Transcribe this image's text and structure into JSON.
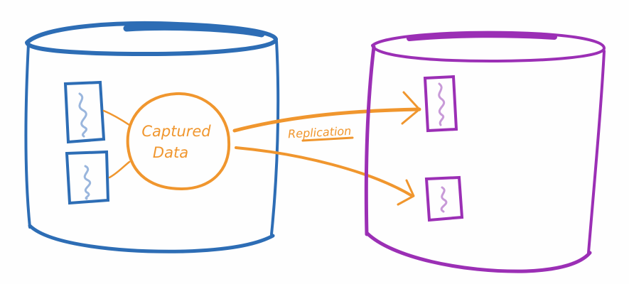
{
  "diagram": {
    "source_db": {
      "color": "#2d6db5"
    },
    "target_db": {
      "color": "#9b2fb5"
    },
    "captured_data": {
      "line1": "Captured",
      "line2": "Data",
      "color": "#f0962e"
    },
    "replication": {
      "label": "Replication",
      "color": "#f0962e"
    },
    "doc_squiggle_colors": {
      "source": "#9ab6dd",
      "target": "#c89ad8"
    }
  }
}
